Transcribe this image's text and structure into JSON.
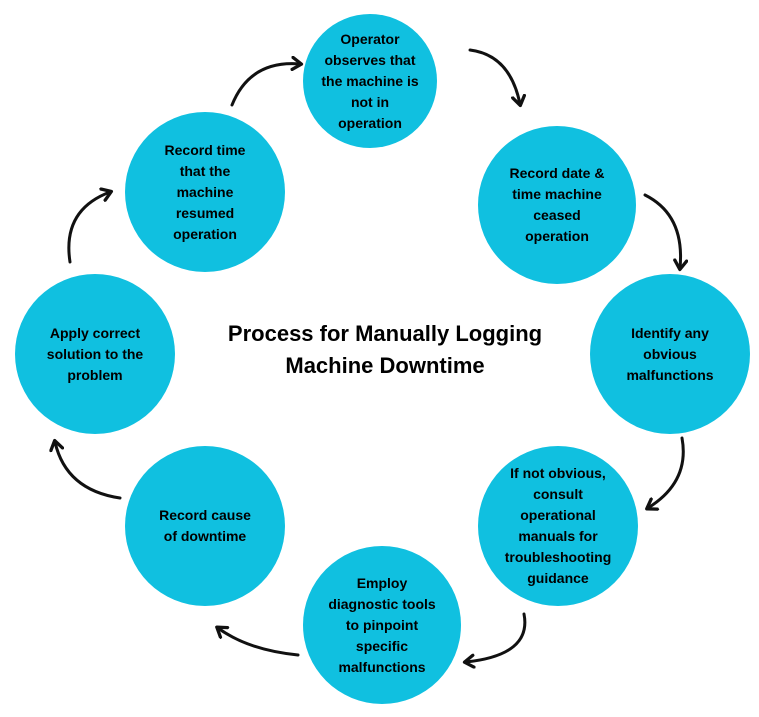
{
  "title": "Process for Manually Logging\nMachine Downtime",
  "colors": {
    "circle": "#10c0e0",
    "text": "#000000",
    "arrow": "#111111",
    "background": "#ffffff"
  },
  "steps": [
    {
      "label": "Operator\nobserves that\nthe machine is\nnot in\noperation"
    },
    {
      "label": "Record date &\ntime machine\nceased\noperation"
    },
    {
      "label": "Identify any\nobvious\nmalfunctions"
    },
    {
      "label": "If not obvious,\nconsult\noperational\nmanuals for\ntroubleshooting\nguidance"
    },
    {
      "label": "Employ\ndiagnostic tools\nto pinpoint\nspecific\nmalfunctions"
    },
    {
      "label": "Record cause\nof downtime"
    },
    {
      "label": "Apply correct\nsolution to the\nproblem"
    },
    {
      "label": "Record time\nthat the\nmachine\nresumed\noperation"
    }
  ],
  "arrow_icon": "curved-arrow"
}
